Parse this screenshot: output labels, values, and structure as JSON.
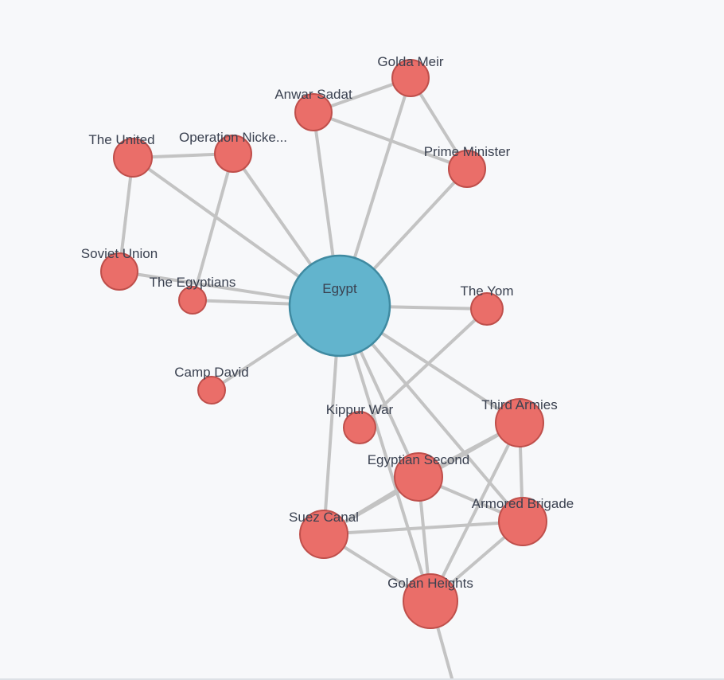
{
  "graph": {
    "center_color": "#62b4cd",
    "node_color": "#ea6e69",
    "edge_color": "#c3c3c3",
    "nodes": [
      {
        "id": "egypt",
        "label": "Egypt",
        "kind": "center"
      },
      {
        "id": "golda",
        "label": "Golda Meir",
        "kind": "entity"
      },
      {
        "id": "sadat",
        "label": "Anwar Sadat",
        "kind": "entity"
      },
      {
        "id": "prime",
        "label": "Prime Minister",
        "kind": "entity"
      },
      {
        "id": "united",
        "label": "The United",
        "kind": "entity"
      },
      {
        "id": "nickel",
        "label": "Operation Nicke...",
        "kind": "entity"
      },
      {
        "id": "soviet",
        "label": "Soviet Union",
        "kind": "entity"
      },
      {
        "id": "egyptians",
        "label": "The Egyptians",
        "kind": "entity"
      },
      {
        "id": "yom",
        "label": "The Yom",
        "kind": "entity"
      },
      {
        "id": "campdavid",
        "label": "Camp David",
        "kind": "entity"
      },
      {
        "id": "kippur",
        "label": "Kippur War",
        "kind": "entity"
      },
      {
        "id": "third",
        "label": "Third Armies",
        "kind": "entity"
      },
      {
        "id": "second",
        "label": "Egyptian Second",
        "kind": "entity"
      },
      {
        "id": "armored",
        "label": "Armored Brigade",
        "kind": "entity"
      },
      {
        "id": "suez",
        "label": "Suez Canal",
        "kind": "entity"
      },
      {
        "id": "golan",
        "label": "Golan Heights",
        "kind": "entity"
      }
    ],
    "edges": [
      [
        "egypt",
        "sadat"
      ],
      [
        "egypt",
        "golda"
      ],
      [
        "egypt",
        "prime"
      ],
      [
        "egypt",
        "united"
      ],
      [
        "egypt",
        "nickel"
      ],
      [
        "egypt",
        "egyptians"
      ],
      [
        "egypt",
        "soviet"
      ],
      [
        "egypt",
        "yom"
      ],
      [
        "egypt",
        "campdavid"
      ],
      [
        "egypt",
        "suez"
      ],
      [
        "egypt",
        "second"
      ],
      [
        "egypt",
        "golan"
      ],
      [
        "egypt",
        "third"
      ],
      [
        "egypt",
        "armored"
      ],
      [
        "sadat",
        "golda"
      ],
      [
        "sadat",
        "prime"
      ],
      [
        "golda",
        "prime"
      ],
      [
        "united",
        "nickel"
      ],
      [
        "united",
        "soviet"
      ],
      [
        "nickel",
        "egyptians"
      ],
      [
        "yom",
        "kippur"
      ],
      [
        "second",
        "third"
      ],
      [
        "second",
        "armored"
      ],
      [
        "second",
        "suez"
      ],
      [
        "second",
        "golan"
      ],
      [
        "third",
        "armored"
      ],
      [
        "third",
        "golan"
      ],
      [
        "suez",
        "armored"
      ],
      [
        "suez",
        "golan"
      ],
      [
        "suez",
        "third"
      ],
      [
        "armored",
        "golan"
      ],
      [
        "golan",
        "offscreen"
      ]
    ]
  }
}
